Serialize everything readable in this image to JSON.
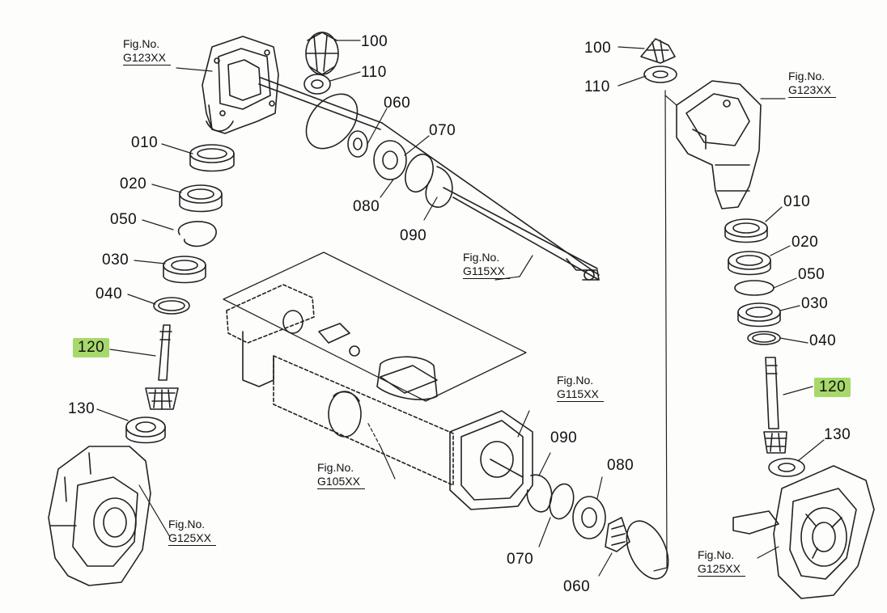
{
  "diagram": {
    "part_labels": {
      "l_100": "100",
      "l_110": "110",
      "l_060": "060",
      "l_070": "070",
      "l_080": "080",
      "l_090": "090",
      "l_010": "010",
      "l_020": "020",
      "l_050": "050",
      "l_030": "030",
      "l_040": "040",
      "l_120": "120",
      "l_130": "130",
      "r_100": "100",
      "r_110": "110",
      "r_010": "010",
      "r_020": "020",
      "r_050": "050",
      "r_030": "030",
      "r_040": "040",
      "r_120": "120",
      "r_130": "130",
      "c_090": "090",
      "c_080": "080",
      "c_070": "070",
      "c_060": "060"
    },
    "figure_refs": {
      "fig_prefix": "Fig.No.",
      "l_top": "G123XX",
      "l_shaft": "G115XX",
      "l_bottom": "G125XX",
      "c_top": "G115XX",
      "c_axle": "G105XX",
      "r_top": "G123XX",
      "r_bottom": "G125XX"
    },
    "highlight_color": "#a7d86b",
    "highlighted_part": "120"
  }
}
